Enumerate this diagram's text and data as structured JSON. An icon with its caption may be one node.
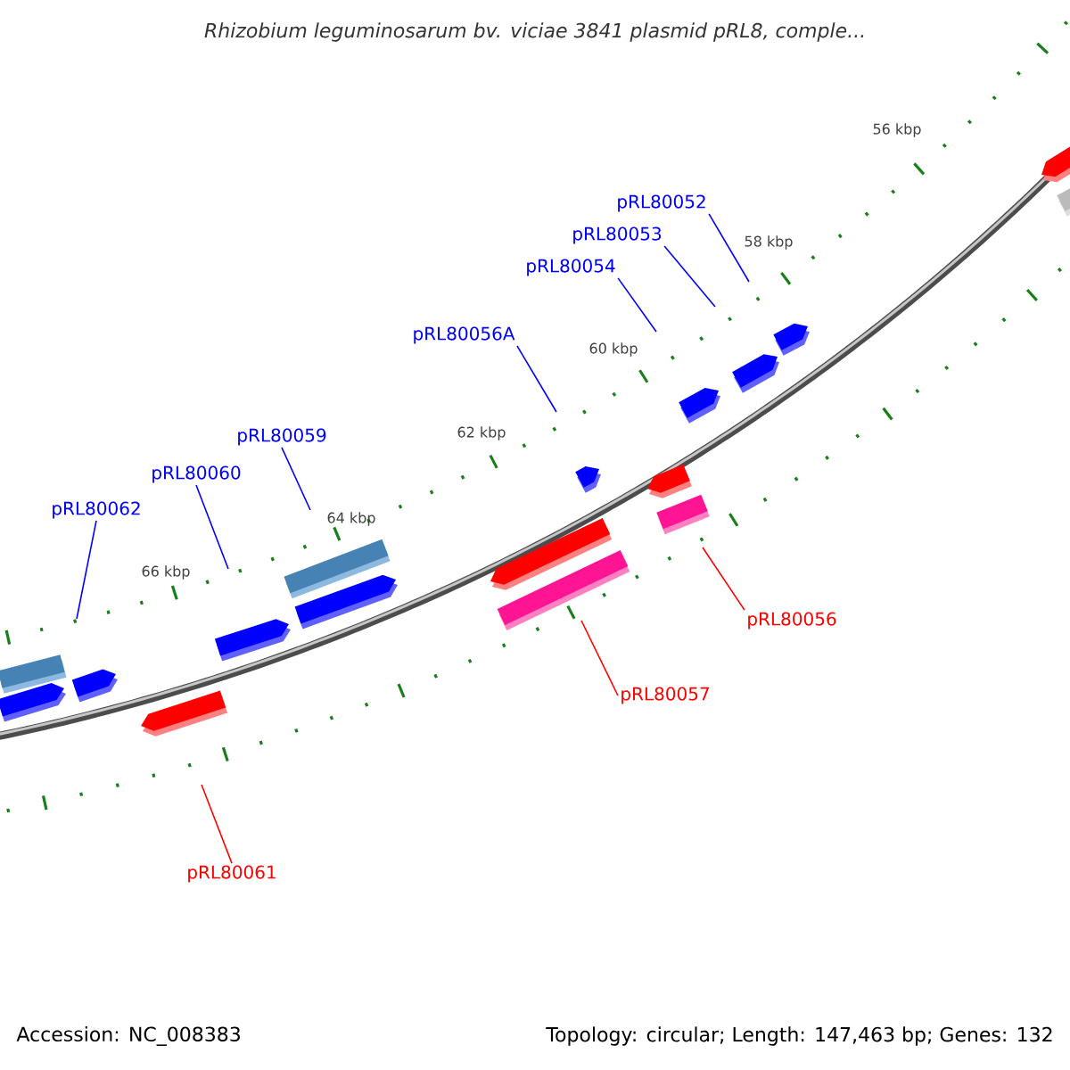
{
  "diagram": {
    "title": "Rhizobium leguminosarum bv. viciae 3841 plasmid pRL8, comple...",
    "nodes": [
      {
        "text": [
          "pRL80052"
        ]
      },
      {
        "text": [
          "pRL80053"
        ]
      },
      {
        "text": [
          "pRL80054"
        ]
      },
      {
        "text": [
          "pRL80056A"
        ]
      },
      {
        "text": [
          "pRL80059"
        ]
      },
      {
        "text": [
          "pRL80060"
        ]
      },
      {
        "text": [
          "pRL80062"
        ]
      },
      {
        "text": [
          "pRL80056"
        ]
      },
      {
        "text": [
          "pRL80057"
        ]
      },
      {
        "text": [
          "pRL80061"
        ]
      }
    ],
    "edges": [
      {
        "from": 0,
        "to": null,
        "arrow": "none"
      },
      {
        "from": 1,
        "to": null,
        "arrow": "none"
      },
      {
        "from": 2,
        "to": null,
        "arrow": "none"
      },
      {
        "from": 3,
        "to": null,
        "arrow": "none"
      },
      {
        "from": 4,
        "to": null,
        "arrow": "none"
      },
      {
        "from": 5,
        "to": null,
        "arrow": "none"
      },
      {
        "from": 6,
        "to": null,
        "arrow": "none"
      },
      {
        "from": 7,
        "to": null,
        "arrow": "none",
        "color": "#ff0000"
      },
      {
        "from": 8,
        "to": null,
        "arrow": "none",
        "color": "#ff0000"
      },
      {
        "from": 9,
        "to": null,
        "arrow": "none",
        "color": "#ff0000"
      }
    ],
    "labels": [
      "56 kbp",
      "58 kbp",
      "60 kbp",
      "62 kbp",
      "64 kbp",
      "66 kbp",
      "Accession: NC_008383",
      "Topology: circular; Length: 147,463 bp; Genes: 132"
    ]
  }
}
